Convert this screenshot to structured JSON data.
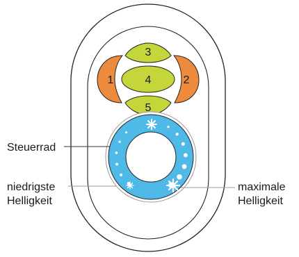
{
  "remote": {
    "buttons": {
      "b1": "1",
      "b2": "2",
      "b3": "3",
      "b4": "4",
      "b5": "5"
    },
    "colors": {
      "green_button": "#c5d63a",
      "orange_button": "#ec8b3d",
      "wheel": "#4fb9e8",
      "outline": "#222222"
    }
  },
  "labels": {
    "wheel": "Steuerrad",
    "min_line1": "niedrigste",
    "min_line2": "Helligkeit",
    "max_line1": "maximale",
    "max_line2": "Helligkeit"
  }
}
